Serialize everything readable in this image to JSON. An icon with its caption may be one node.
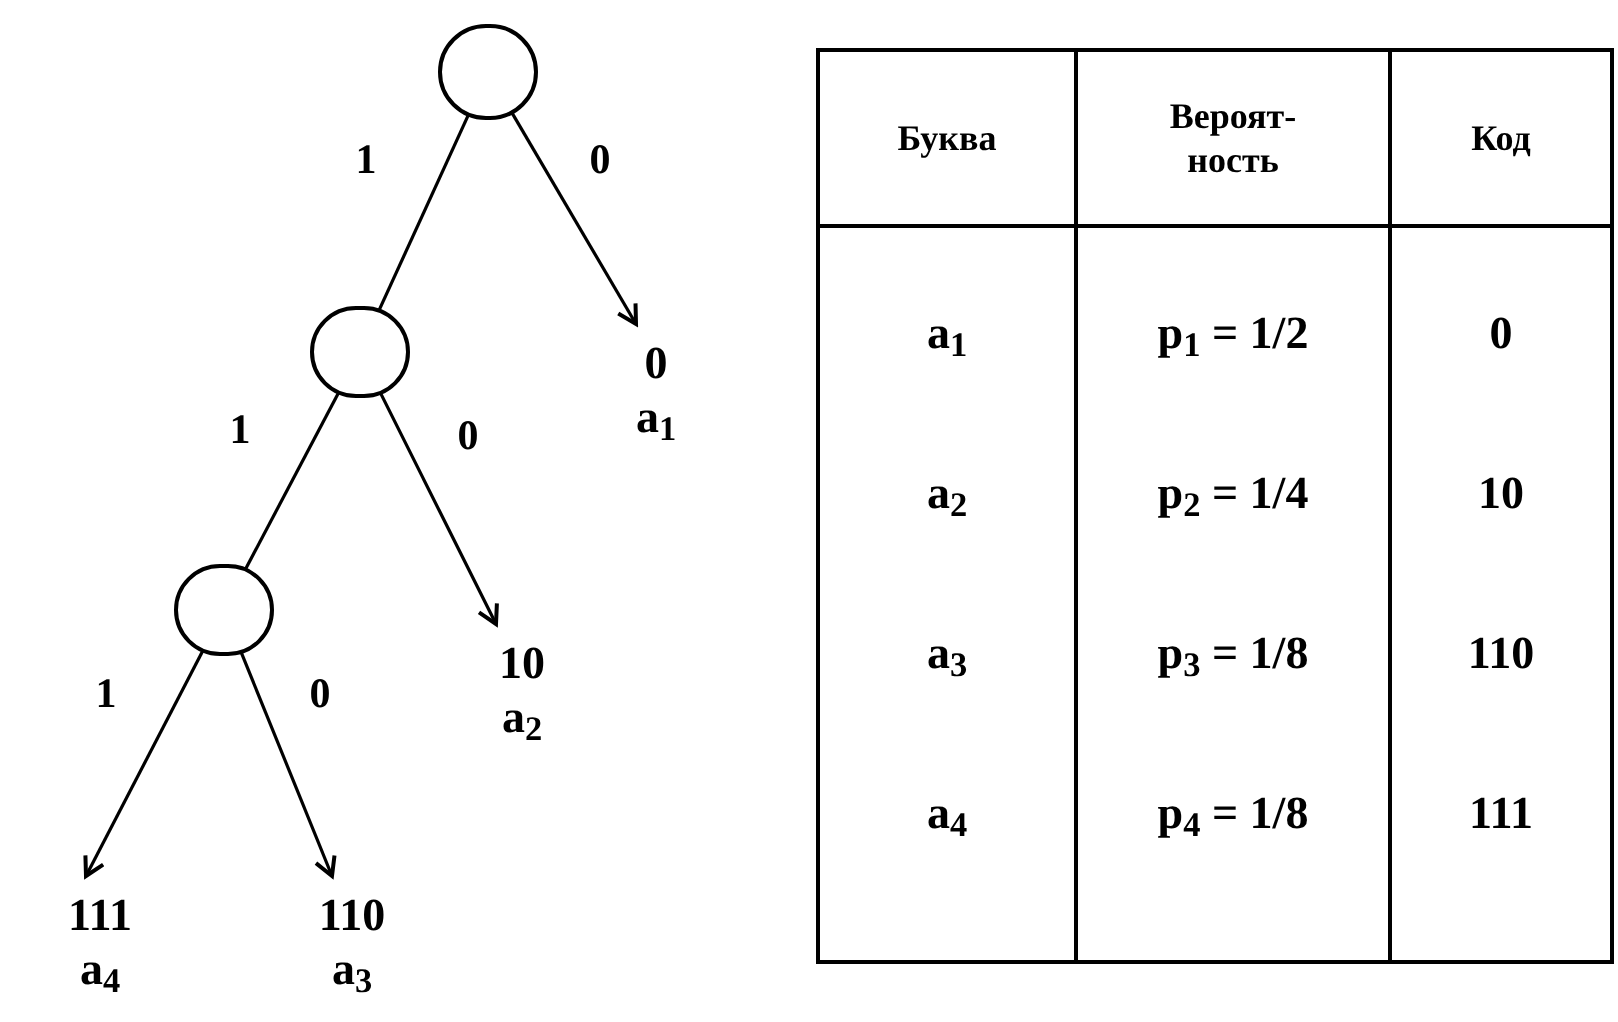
{
  "diagram": {
    "nodes": [
      {
        "text": [],
        "shape": "circle"
      },
      {
        "text": [],
        "shape": "circle"
      },
      {
        "text": [],
        "shape": "circle"
      },
      {
        "text": [
          "0",
          "a$_{1}$"
        ]
      },
      {
        "text": [
          "10",
          "a$_{2}$"
        ]
      },
      {
        "text": [
          "111",
          "a$_{4}$"
        ]
      },
      {
        "text": [
          "110",
          "a$_{3}$"
        ]
      }
    ],
    "edges": [
      {
        "from": 0,
        "to": 1,
        "arrow": "none",
        "label": "1"
      },
      {
        "from": 0,
        "to": 3,
        "arrow": "to",
        "label": "0"
      },
      {
        "from": 1,
        "to": 2,
        "arrow": "none",
        "label": "1"
      },
      {
        "from": 1,
        "to": 4,
        "arrow": "to",
        "label": "0"
      },
      {
        "from": 2,
        "to": 5,
        "arrow": "to",
        "label": "1"
      },
      {
        "from": 2,
        "to": 6,
        "arrow": "to",
        "label": "0"
      }
    ],
    "labels": [
      "Буква",
      "Вероят- ность",
      "Код",
      "a$_{1}$",
      "p$_{1}$ = 1/2",
      "0",
      "a$_{2}$",
      "p$_{2}$ = 1/4",
      "10",
      "a$_{3}$",
      "p$_{3}$ = 1/8",
      "110",
      "a$_{4}$",
      "p$_{4}$ = 1/8",
      "111"
    ]
  }
}
